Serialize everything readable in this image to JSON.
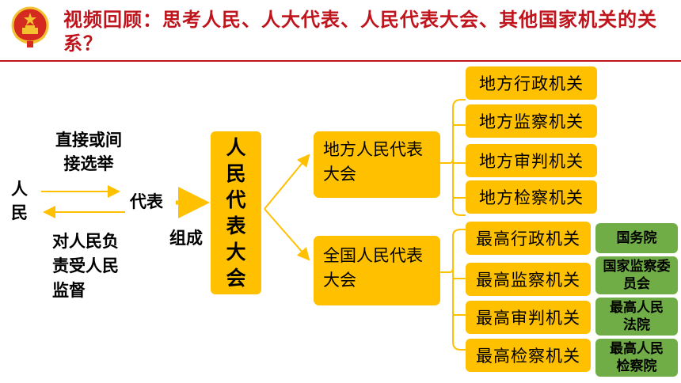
{
  "title": "视频回顾：思考人民、人大代表、人民代表大会、其他国家机关的关系？",
  "colors": {
    "title": "#c0141c",
    "box": "#ffc000",
    "green": "#70ad47",
    "arrow": "#ffc000"
  },
  "left": {
    "people": "人民",
    "election": "直接或间接选举",
    "duty": "对人民负责受人民监督",
    "deputies": "代表",
    "compose": "组成"
  },
  "npc_vertical": "人民代表大会",
  "local_congress": "地方人民代表大会",
  "national_congress": "全国人民代表大会",
  "local_organs": [
    "地方行政机关",
    "地方监察机关",
    "地方审判机关",
    "地方检察机关"
  ],
  "central_organs": [
    "最高行政机关",
    "最高监察机关",
    "最高审判机关",
    "最高检察机关"
  ],
  "central_names": [
    "国务院",
    "国家监察委员会",
    "最高人民法院",
    "最高人民检察院"
  ]
}
